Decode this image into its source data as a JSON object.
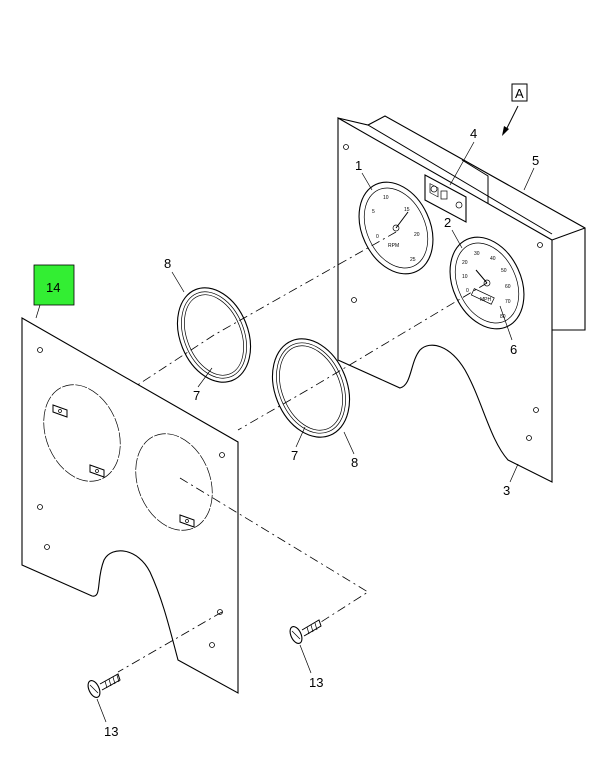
{
  "view_label": "A",
  "highlight_color": "#33ee33",
  "callouts": {
    "c1": "1",
    "c2": "2",
    "c3": "3",
    "c4": "4",
    "c5": "5",
    "c6": "6",
    "c7a": "7",
    "c7b": "7",
    "c8a": "8",
    "c8b": "8",
    "c13a": "13",
    "c13b": "13",
    "c14": "14"
  },
  "tachometer": {
    "unit": "RPM",
    "ticks": [
      "0",
      "5",
      "10",
      "15",
      "20",
      "25"
    ]
  },
  "speedometer": {
    "unit": "MPH",
    "ticks": [
      "0",
      "10",
      "20",
      "30",
      "40",
      "50",
      "60",
      "70",
      "80"
    ]
  }
}
